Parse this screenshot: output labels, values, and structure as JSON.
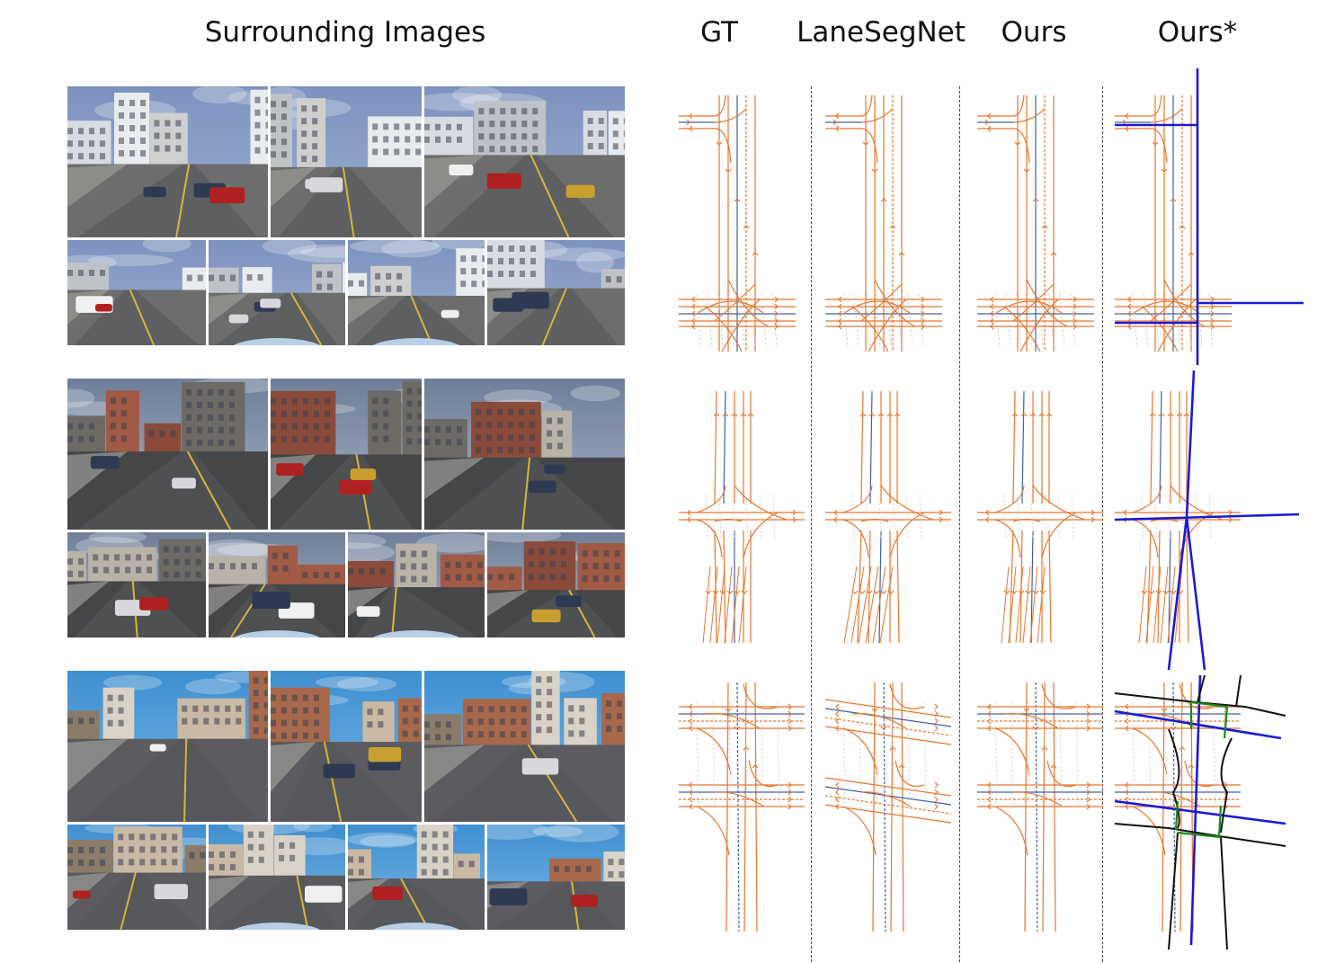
{
  "headers": {
    "surrounding": "Surrounding Images",
    "gt": "GT",
    "laneseg": "LaneSegNet",
    "ours": "Ours",
    "ours_star": "Ours*"
  },
  "colors": {
    "lane_orange": "#e8762d",
    "lane_blue": "#4060a0",
    "divider_blue": "#1a1ad6",
    "boundary_black": "#111111",
    "crossing_green": "#1a8a1a"
  },
  "scenes": [
    {
      "id": "scene-1",
      "layout": "straight-road-two-junctions",
      "sky": "#8fa4c8",
      "ground": "#6a6a6a"
    },
    {
      "id": "scene-2",
      "layout": "crossroad",
      "sky": "#8f9fb8",
      "ground": "#4a4a4a"
    },
    {
      "id": "scene-3",
      "layout": "double-crossroad",
      "sky": "#5aa0d8",
      "ground": "#5a5a5e"
    }
  ]
}
